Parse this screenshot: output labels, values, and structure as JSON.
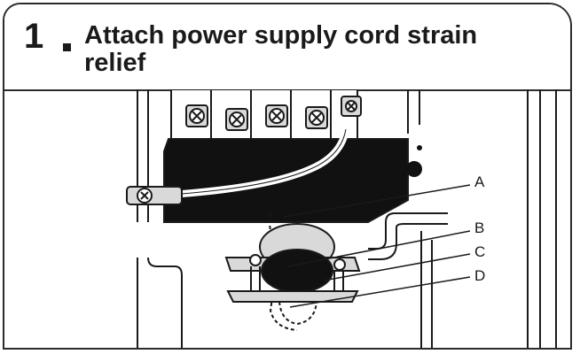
{
  "step": {
    "number": "1",
    "title": "Attach power supply cord strain relief"
  },
  "callouts": [
    {
      "id": "A",
      "label": "A"
    },
    {
      "id": "B",
      "label": "B"
    },
    {
      "id": "C",
      "label": "C"
    },
    {
      "id": "D",
      "label": "D"
    }
  ],
  "colors": {
    "ink": "#1a1a1a",
    "block": "#111111",
    "metal": "#d9d9d9",
    "paper": "#ffffff"
  }
}
